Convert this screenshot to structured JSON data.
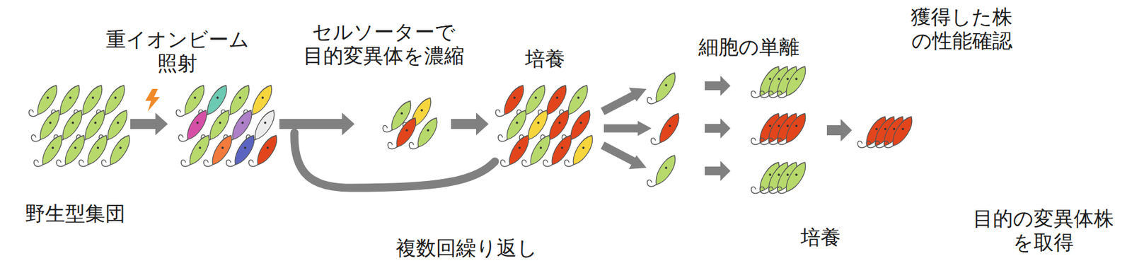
{
  "diagram": {
    "labels": [
      "重イオンビーム 照射",
      "セルソーターで 目的変異体を濃縮",
      "培養",
      "細胞の単離",
      "獲得した株 の性能確認",
      "野生型集団",
      "複数回繰り返し",
      "培養",
      "目的の変異体株 を取得"
    ]
  }
}
